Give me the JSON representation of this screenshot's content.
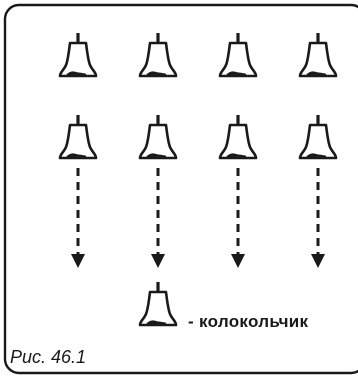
{
  "figure": {
    "legend_label": "- колокольчик",
    "caption": "Рис. 46.1"
  },
  "colors": {
    "ink": "#1a1a1a",
    "background": "#ffffff"
  },
  "icons": {
    "bell": "bell-icon",
    "arrow": "dashed-down-arrow"
  }
}
